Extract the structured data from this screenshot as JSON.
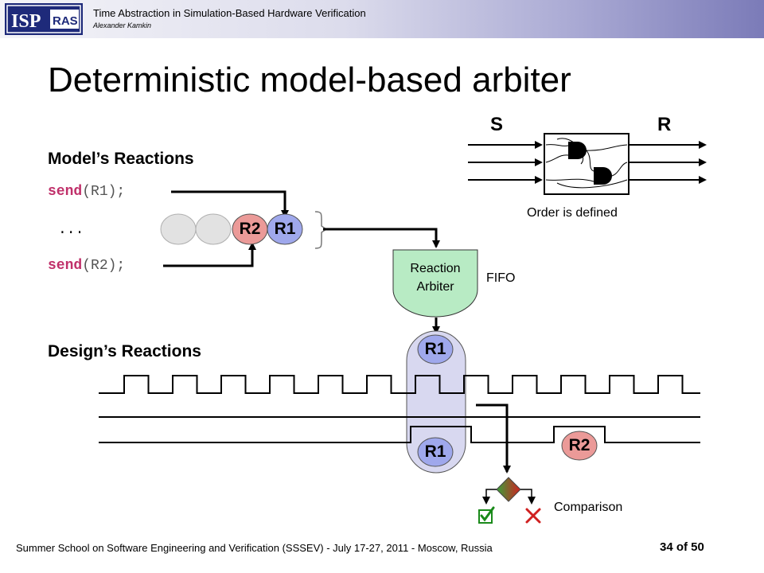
{
  "header": {
    "logo_text": "ISPRAS",
    "title": "Time Abstraction in Simulation-Based Hardware Verification",
    "author": "Alexander Kamkin"
  },
  "slide": {
    "title": "Deterministic model-based arbiter"
  },
  "model": {
    "heading": "Model’s Reactions",
    "line1_keyword": "send",
    "line1_args": "(R1);",
    "ellipsis": "...",
    "line2_keyword": "send",
    "line2_args": "(R2);",
    "queue": [
      "R2",
      "R1"
    ]
  },
  "arbiter": {
    "line1": "Reaction",
    "line2": "Arbiter",
    "fifo_label": "FIFO"
  },
  "circuit": {
    "s_label": "S",
    "r_label": "R",
    "caption": "Order is defined"
  },
  "design": {
    "heading": "Design’s Reactions",
    "output_top": "R1",
    "wave_r1": "R1",
    "wave_r2": "R2"
  },
  "comparison": {
    "label": "Comparison",
    "check_icon": "check-box-icon",
    "cross_icon": "cross-icon"
  },
  "colors": {
    "r1_fill": "#9fa8ec",
    "r2_fill": "#eb9a98",
    "arbiter_fill": "#b8ebc4",
    "capsule_fill": "#d8d8f0",
    "keyword": "#c0306a"
  },
  "footer": {
    "text": "Summer School on Software Engineering and Verification (SSSEV) - July 17-27, 2011 - Moscow, Russia",
    "page": "34 of 50"
  }
}
